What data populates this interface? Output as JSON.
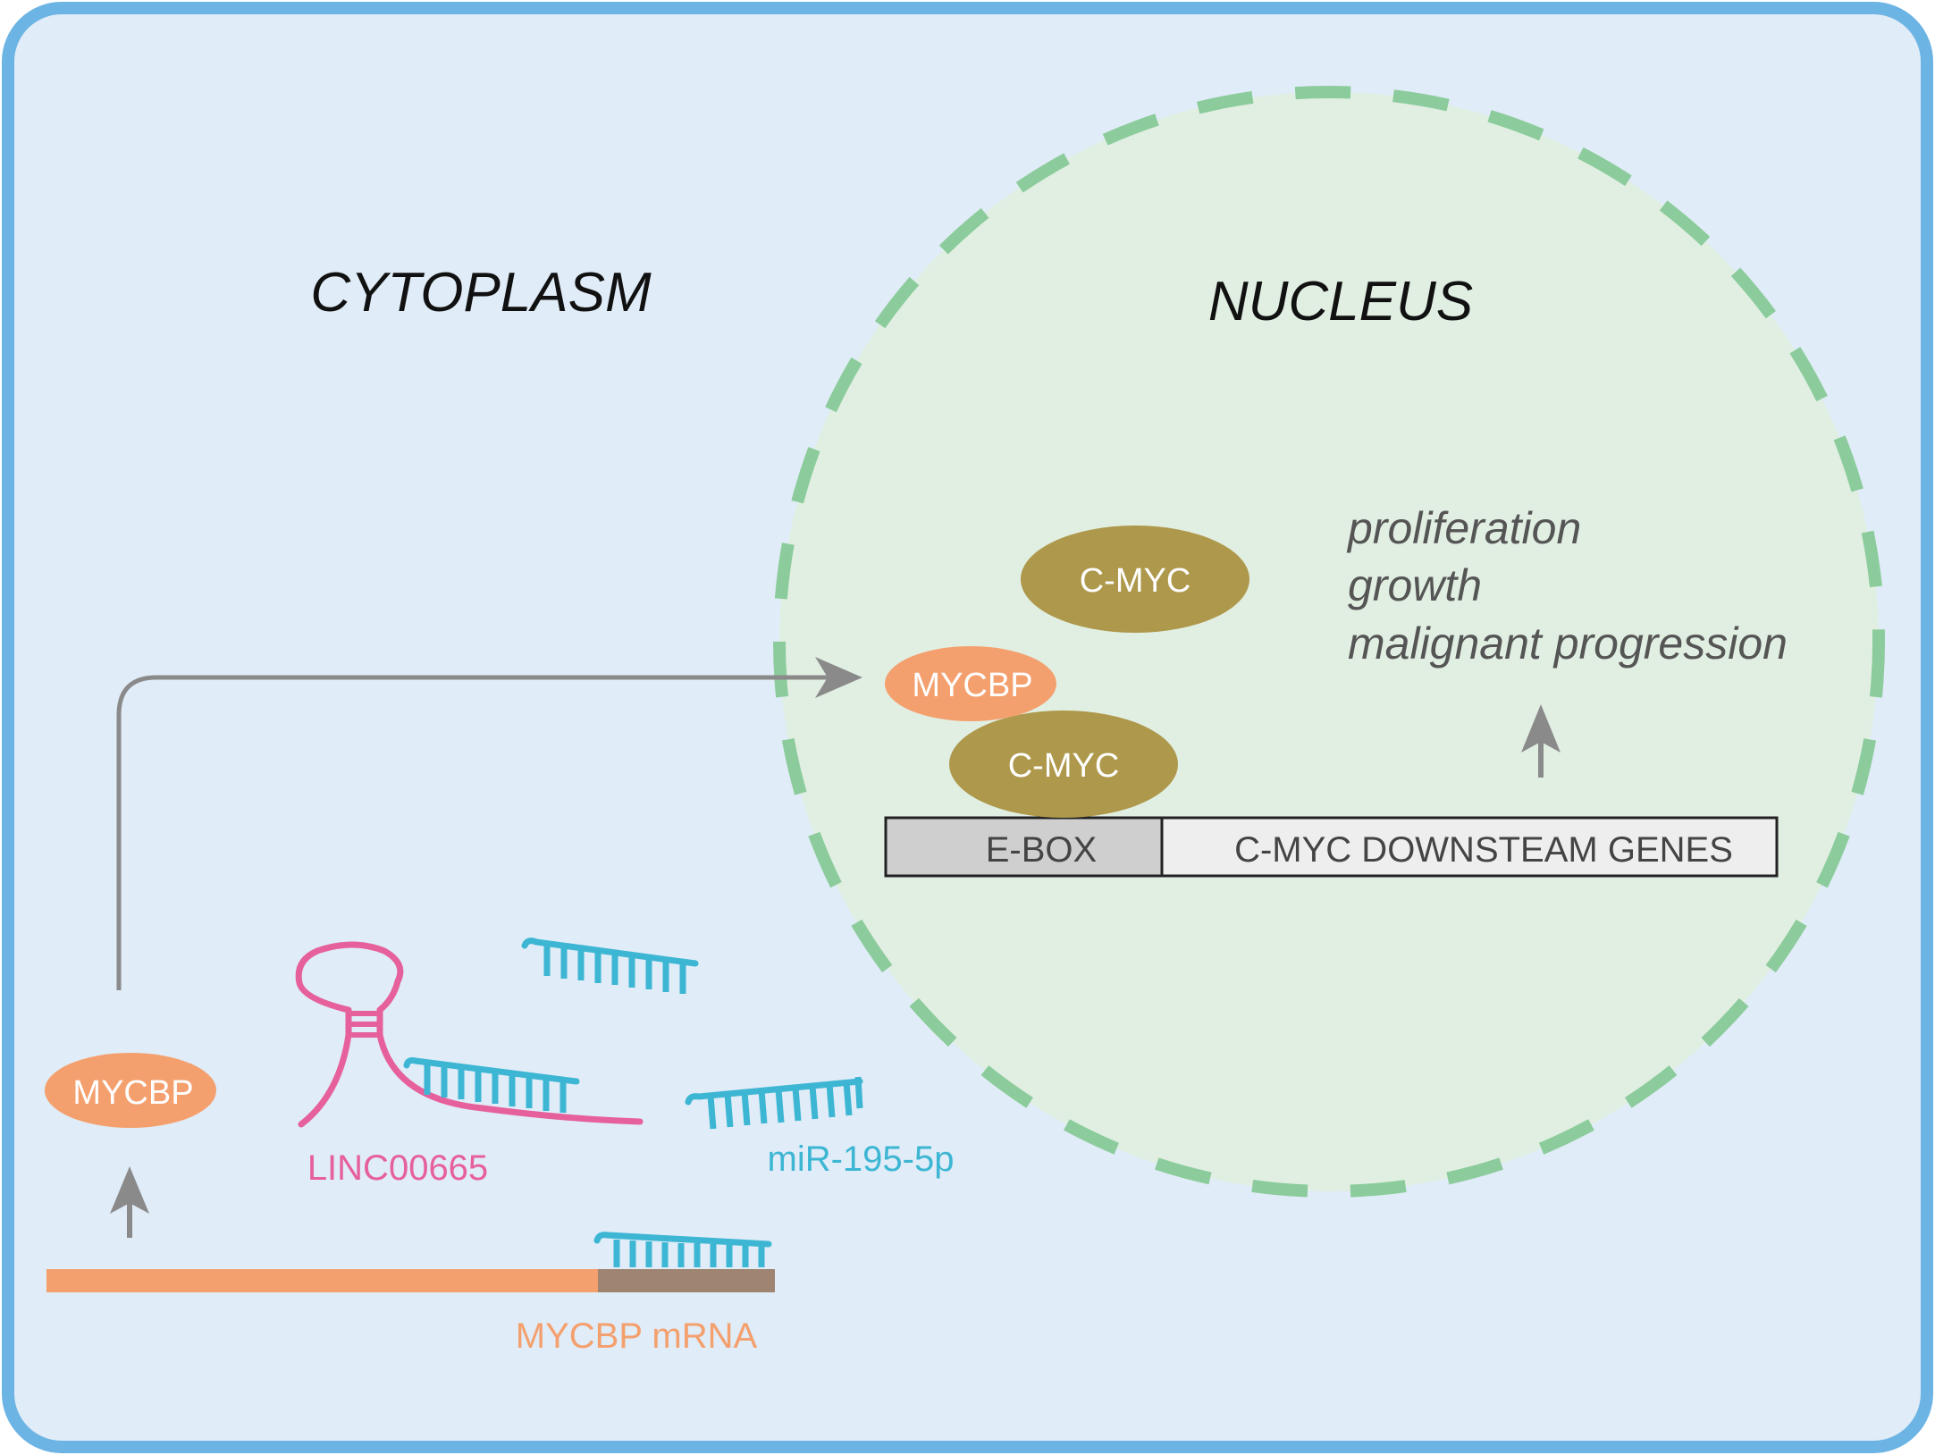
{
  "regions": {
    "cytoplasm": "CYTOPLASM",
    "nucleus": "NUCLEUS"
  },
  "nucleus_complex": {
    "cmyc_top": "C-MYC",
    "mycbp": "MYCBP",
    "cmyc_bottom": "C-MYC"
  },
  "dna": {
    "ebox": "E-BOX",
    "downstream": "C-MYC DOWNSTEAM GENES"
  },
  "outcomes": [
    "proliferation",
    "growth",
    "malignant progression"
  ],
  "cytoplasm_items": {
    "mycbp_protein": "MYCBP",
    "lncrna": "LINC00665",
    "mirna": "miR-195-5p",
    "mrna": "MYCBP mRNA"
  },
  "colors": {
    "cell_border": "#6cb4e4",
    "cytoplasm_fill": "#e0ecf7",
    "nucleus_fill": "#e1efe3",
    "nucleus_border": "#8ccc9c",
    "cmyc": "#ae984b",
    "mycbp": "#f4a06e",
    "mirna": "#3db6d4",
    "lncrna": "#e6609c",
    "mrna": "#f4a06e",
    "mrna_utr": "#9e8471",
    "arrow": "#8a8a8a"
  }
}
